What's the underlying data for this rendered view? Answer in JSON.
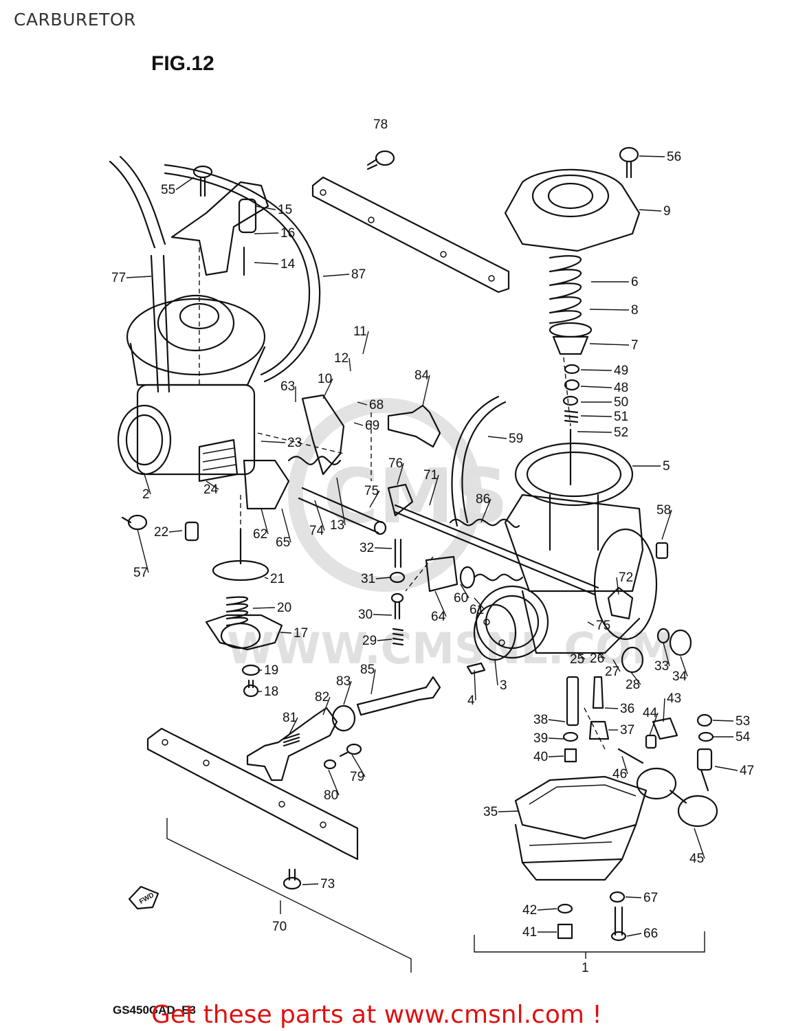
{
  "header": {
    "title": "CARBURETOR"
  },
  "figure": {
    "label": "FIG.12",
    "model_code": "GS450GAD_E3"
  },
  "watermark": {
    "text": "WWW.CMSNL.COM",
    "brand": "CMS"
  },
  "promo": {
    "text": "Get these parts at www.cmsnl.com !",
    "color": "#e01010"
  },
  "fwd_badge": {
    "text": "FWD"
  },
  "callouts": [
    "78",
    "56",
    "55",
    "15",
    "16",
    "14",
    "9",
    "77",
    "87",
    "6",
    "8",
    "7",
    "11",
    "12",
    "10",
    "63",
    "68",
    "69",
    "84",
    "49",
    "48",
    "50",
    "51",
    "52",
    "59",
    "23",
    "5",
    "2",
    "24",
    "76",
    "71",
    "75",
    "86",
    "58",
    "22",
    "62",
    "65",
    "74",
    "13",
    "57",
    "21",
    "32",
    "31",
    "72",
    "20",
    "60",
    "61",
    "64",
    "30",
    "17",
    "75",
    "29",
    "33",
    "34",
    "25",
    "26",
    "27",
    "28",
    "19",
    "85",
    "83",
    "3",
    "4",
    "18",
    "82",
    "38",
    "36",
    "44",
    "43",
    "53",
    "81",
    "37",
    "39",
    "54",
    "40",
    "79",
    "80",
    "46",
    "47",
    "35",
    "45",
    "73",
    "67",
    "42",
    "70",
    "41",
    "66",
    "1"
  ]
}
